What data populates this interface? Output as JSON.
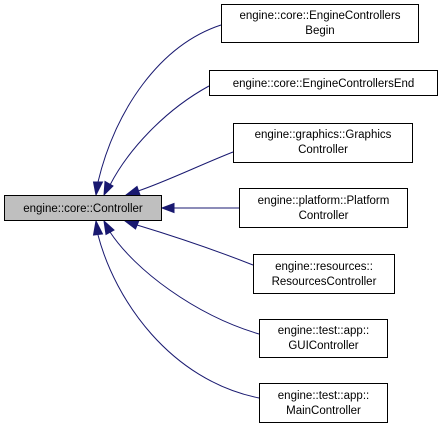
{
  "diagram": {
    "type": "class-inheritance-graph",
    "colors": {
      "edge": "#191970",
      "base_fill": "#bfbfbf",
      "node_fill": "#ffffff",
      "border": "#000000"
    },
    "base_class": {
      "id": "controller",
      "lines": [
        "engine::core::Controller"
      ]
    },
    "derived_classes": [
      {
        "id": "engine-controllers-begin",
        "lines": [
          "engine::core::EngineControllers",
          "Begin"
        ]
      },
      {
        "id": "engine-controllers-end",
        "lines": [
          "engine::core::EngineControllersEnd"
        ]
      },
      {
        "id": "graphics-controller",
        "lines": [
          "engine::graphics::Graphics",
          "Controller"
        ]
      },
      {
        "id": "platform-controller",
        "lines": [
          "engine::platform::Platform",
          "Controller"
        ]
      },
      {
        "id": "resources-controller",
        "lines": [
          "engine::resources::",
          "ResourcesController"
        ]
      },
      {
        "id": "gui-controller",
        "lines": [
          "engine::test::app::",
          "GUIController"
        ]
      },
      {
        "id": "main-controller",
        "lines": [
          "engine::test::app::",
          "MainController"
        ]
      }
    ]
  }
}
